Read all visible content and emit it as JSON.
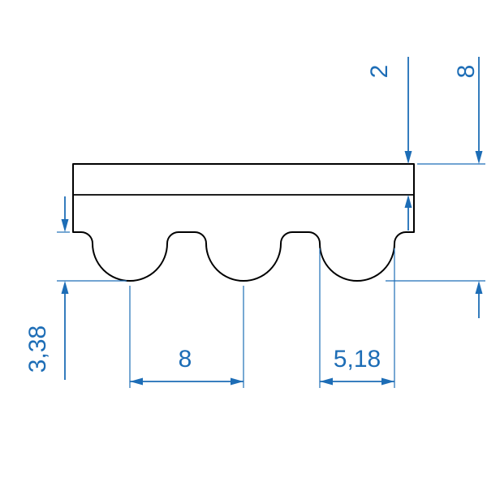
{
  "page": {
    "background": "#ffffff"
  },
  "drawing": {
    "subject": "timing-belt-tooth-profile-cross-section",
    "outline_color": "#000000",
    "dimension_color": "#1d6db6"
  },
  "dimensions": {
    "top_layer_thickness": {
      "value": "2"
    },
    "belt_total_height": {
      "value": "8"
    },
    "tooth_height": {
      "value": "3,38"
    },
    "tooth_pitch": {
      "value": "8"
    },
    "tooth_root_width": {
      "value": "5,18"
    }
  }
}
